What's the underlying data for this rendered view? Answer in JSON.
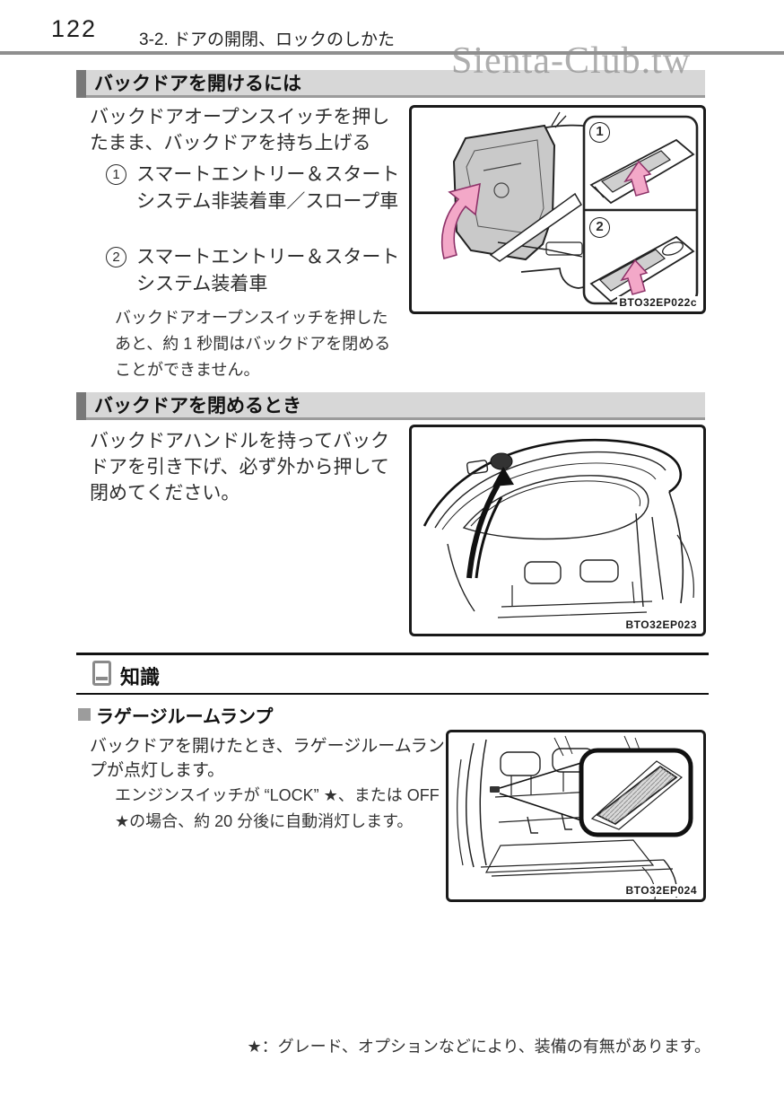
{
  "page": {
    "number": "122",
    "chapter": "3-2. ドアの開閉、ロックのしかた",
    "watermark": "Sienta-Club.tw"
  },
  "section_open": {
    "title": "バックドアを開けるには",
    "intro": "バックドアオープンスイッチを押したまま、バックドアを持ち上げる",
    "items": [
      {
        "num": "1",
        "text": "スマートエントリー＆スタートシステム非装着車／スロープ車"
      },
      {
        "num": "2",
        "text": "スマートエントリー＆スタートシステム装着車"
      }
    ],
    "note": "バックドアオープンスイッチを押したあと、約 1 秒間はバックドアを閉めることができません。",
    "figure_label": "BTO32EP022c",
    "inset_numbers": [
      "1",
      "2"
    ]
  },
  "section_close": {
    "title": "バックドアを閉めるとき",
    "body": "バックドアハンドルを持ってバックドアを引き下げ、必ず外から押して閉めてください。",
    "figure_label": "BTO32EP023"
  },
  "knowledge": {
    "title": "知識",
    "subsection_title": "ラゲージルームランプ",
    "body": "バックドアを開けたとき、ラゲージルームランプが点灯します。",
    "note": "エンジンスイッチが “LOCK” ★、または OFF ★の場合、約 20 分後に自動消灯します。",
    "figure_label": "BTO32EP024"
  },
  "footer": {
    "note": "★：グレード、オプションなどにより、装備の有無があります。"
  },
  "colors": {
    "accent_arrow_pink": "#f3a8c8",
    "arrow_outline": "#8d3168",
    "door_fill_gray": "#c9c9c9",
    "header_bar_bg": "#d7d7d7",
    "header_tab_gray": "#787878",
    "rule_gray": "#8f8f8f",
    "watermark_gray": "#8f8f8f"
  }
}
